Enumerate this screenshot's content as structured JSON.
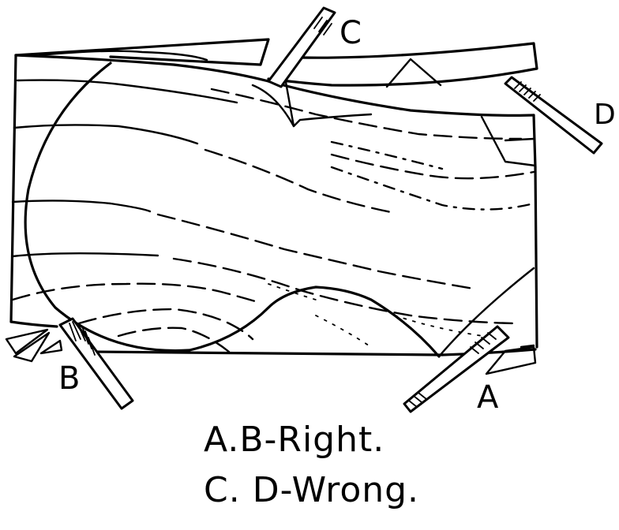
{
  "figure": {
    "labels": {
      "a": "A",
      "b": "B",
      "c": "C",
      "d": "D"
    },
    "caption": {
      "line1": "A.B-Right.",
      "line2": "C. D-Wrong."
    }
  }
}
